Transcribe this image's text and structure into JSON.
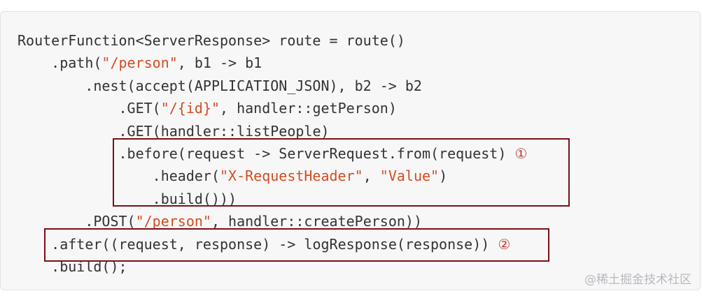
{
  "code_lines": [
    {
      "indent": "",
      "parts": [
        {
          "t": "RouterFunction<ServerResponse> route = route()"
        }
      ]
    },
    {
      "indent": "    ",
      "parts": [
        {
          "t": ".path("
        },
        {
          "t": "\"/person\"",
          "s": true
        },
        {
          "t": ", b1 -> b1"
        }
      ]
    },
    {
      "indent": "        ",
      "parts": [
        {
          "t": ".nest(accept(APPLICATION_JSON), b2 -> b2"
        }
      ]
    },
    {
      "indent": "            ",
      "parts": [
        {
          "t": ".GET("
        },
        {
          "t": "\"/{id}\"",
          "s": true
        },
        {
          "t": ", handler::getPerson)"
        }
      ]
    },
    {
      "indent": "            ",
      "parts": [
        {
          "t": ".GET(handler::listPeople)"
        }
      ]
    },
    {
      "indent": "            ",
      "parts": [
        {
          "t": ".before(request -> ServerRequest.from(request) "
        },
        {
          "t": "①",
          "m": true
        }
      ]
    },
    {
      "indent": "                ",
      "parts": [
        {
          "t": ".header("
        },
        {
          "t": "\"X-RequestHeader\"",
          "s": true
        },
        {
          "t": ", "
        },
        {
          "t": "\"Value\"",
          "s": true
        },
        {
          "t": ")"
        }
      ]
    },
    {
      "indent": "                ",
      "parts": [
        {
          "t": ".build()))"
        }
      ]
    },
    {
      "indent": "        ",
      "parts": [
        {
          "t": ".POST("
        },
        {
          "t": "\"/person\"",
          "s": true
        },
        {
          "t": ", handler::createPerson))"
        }
      ]
    },
    {
      "indent": "    ",
      "parts": [
        {
          "t": ".after((request, response) -> logResponse(response)) "
        },
        {
          "t": "②",
          "m": true
        }
      ]
    },
    {
      "indent": "    ",
      "parts": [
        {
          "t": ".build();"
        }
      ]
    }
  ],
  "watermark": "@稀土掘金技术社区",
  "colors": {
    "background": "#f7f7f8",
    "text": "#333333",
    "string": "#d14d1f",
    "marker": "#c0392b",
    "highlight_border": "#7b0f14",
    "watermark": "#b9b9be"
  }
}
